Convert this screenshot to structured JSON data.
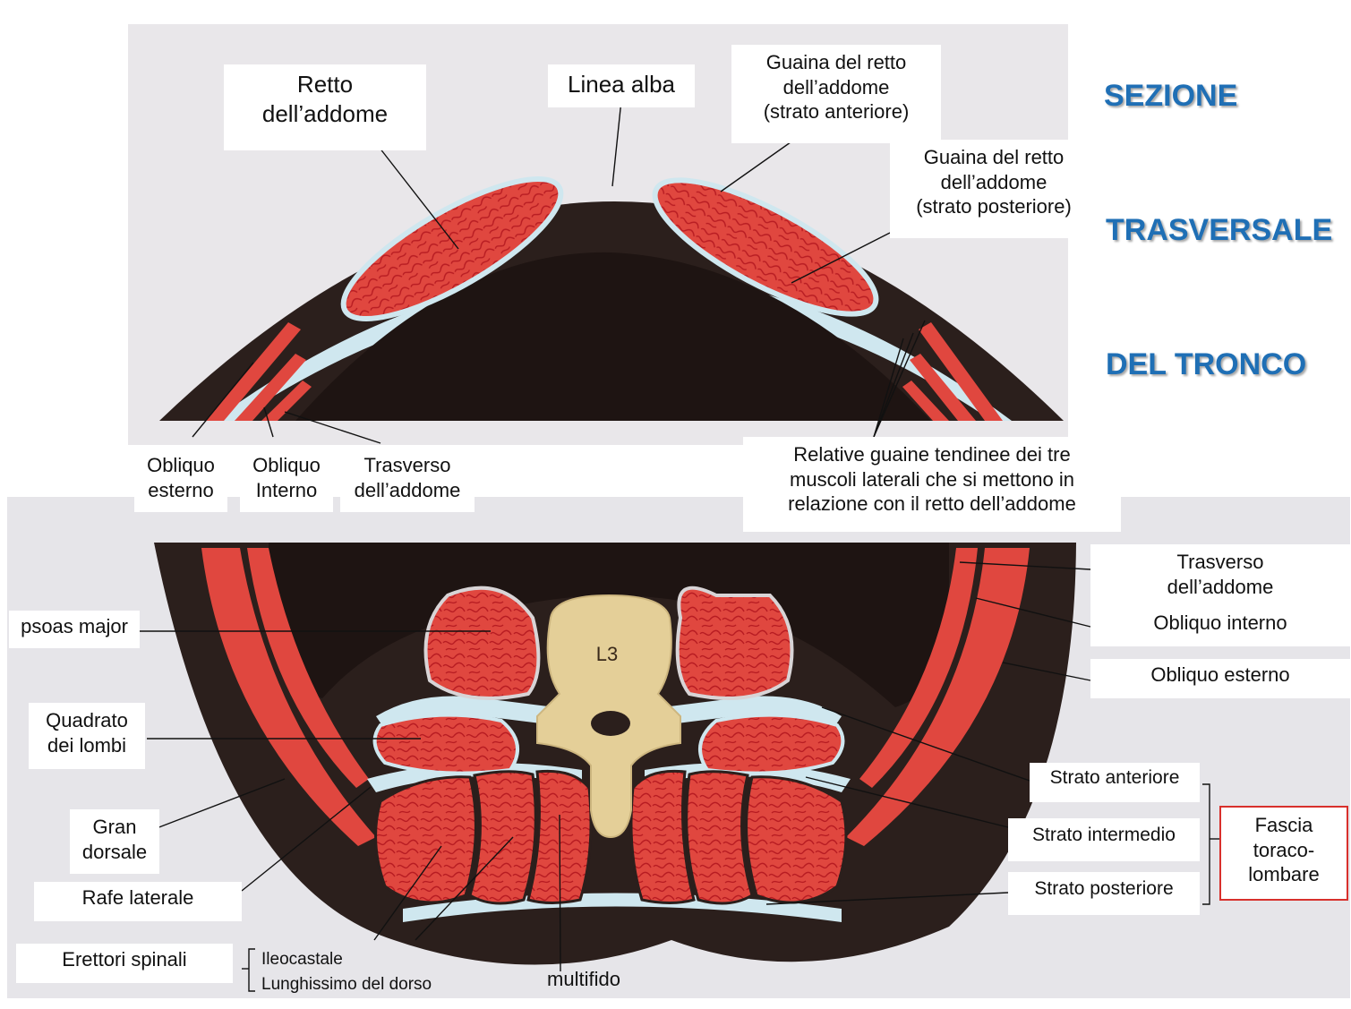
{
  "title": {
    "line1": "SEZIONE",
    "line2": "TRASVERSALE",
    "line3": "DEL TRONCO"
  },
  "top_section": {
    "labels": {
      "retto": "Retto\ndell’addome",
      "linea_alba": "Linea alba",
      "guaina_anteriore": "Guaina del retto\ndell’addome\n(strato anteriore)",
      "guaina_posteriore": "Guaina del retto\ndell’addome\n(strato posteriore)",
      "obliquo_esterno": "Obliquo\nesterno",
      "obliquo_interno": "Obliquo\nInterno",
      "trasverso": "Trasverso\ndell’addome",
      "relative_guaine": "Relative guaine tendinee dei tre\nmuscoli  laterali che si mettono in\nrelazione con il retto dell’addome"
    }
  },
  "bottom_section": {
    "vertebra": "L3",
    "labels": {
      "psoas": "psoas major",
      "quadrato": "Quadrato\ndei  lombi",
      "gran_dorsale": "Gran\ndorsale",
      "rafe": "Rafe laterale",
      "erettori": "Erettori spinali",
      "ileocostale": "Ileocastale",
      "lunghissimo": "Lunghissimo del dorso",
      "multifido": "multifido",
      "trasverso": "Trasverso\ndell’addome",
      "obliquo_interno": "Obliquo interno",
      "obliquo_esterno": "Obliquo esterno",
      "strato_anteriore": "Strato anteriore",
      "strato_intermedio": "Strato intermedio",
      "strato_posteriore": "Strato posteriore",
      "fascia": "Fascia\ntoraco-\nlombare"
    }
  },
  "colors": {
    "skin": "#2b1f1c",
    "cavity": "#1e1412",
    "muscle": "#e0473f",
    "muscle_texture": "#b81c22",
    "fascia": "#cfe7ef",
    "bone": "#e4cf98",
    "title_blue": "#1f6fb5",
    "fascia_box_border": "#d8302c"
  }
}
